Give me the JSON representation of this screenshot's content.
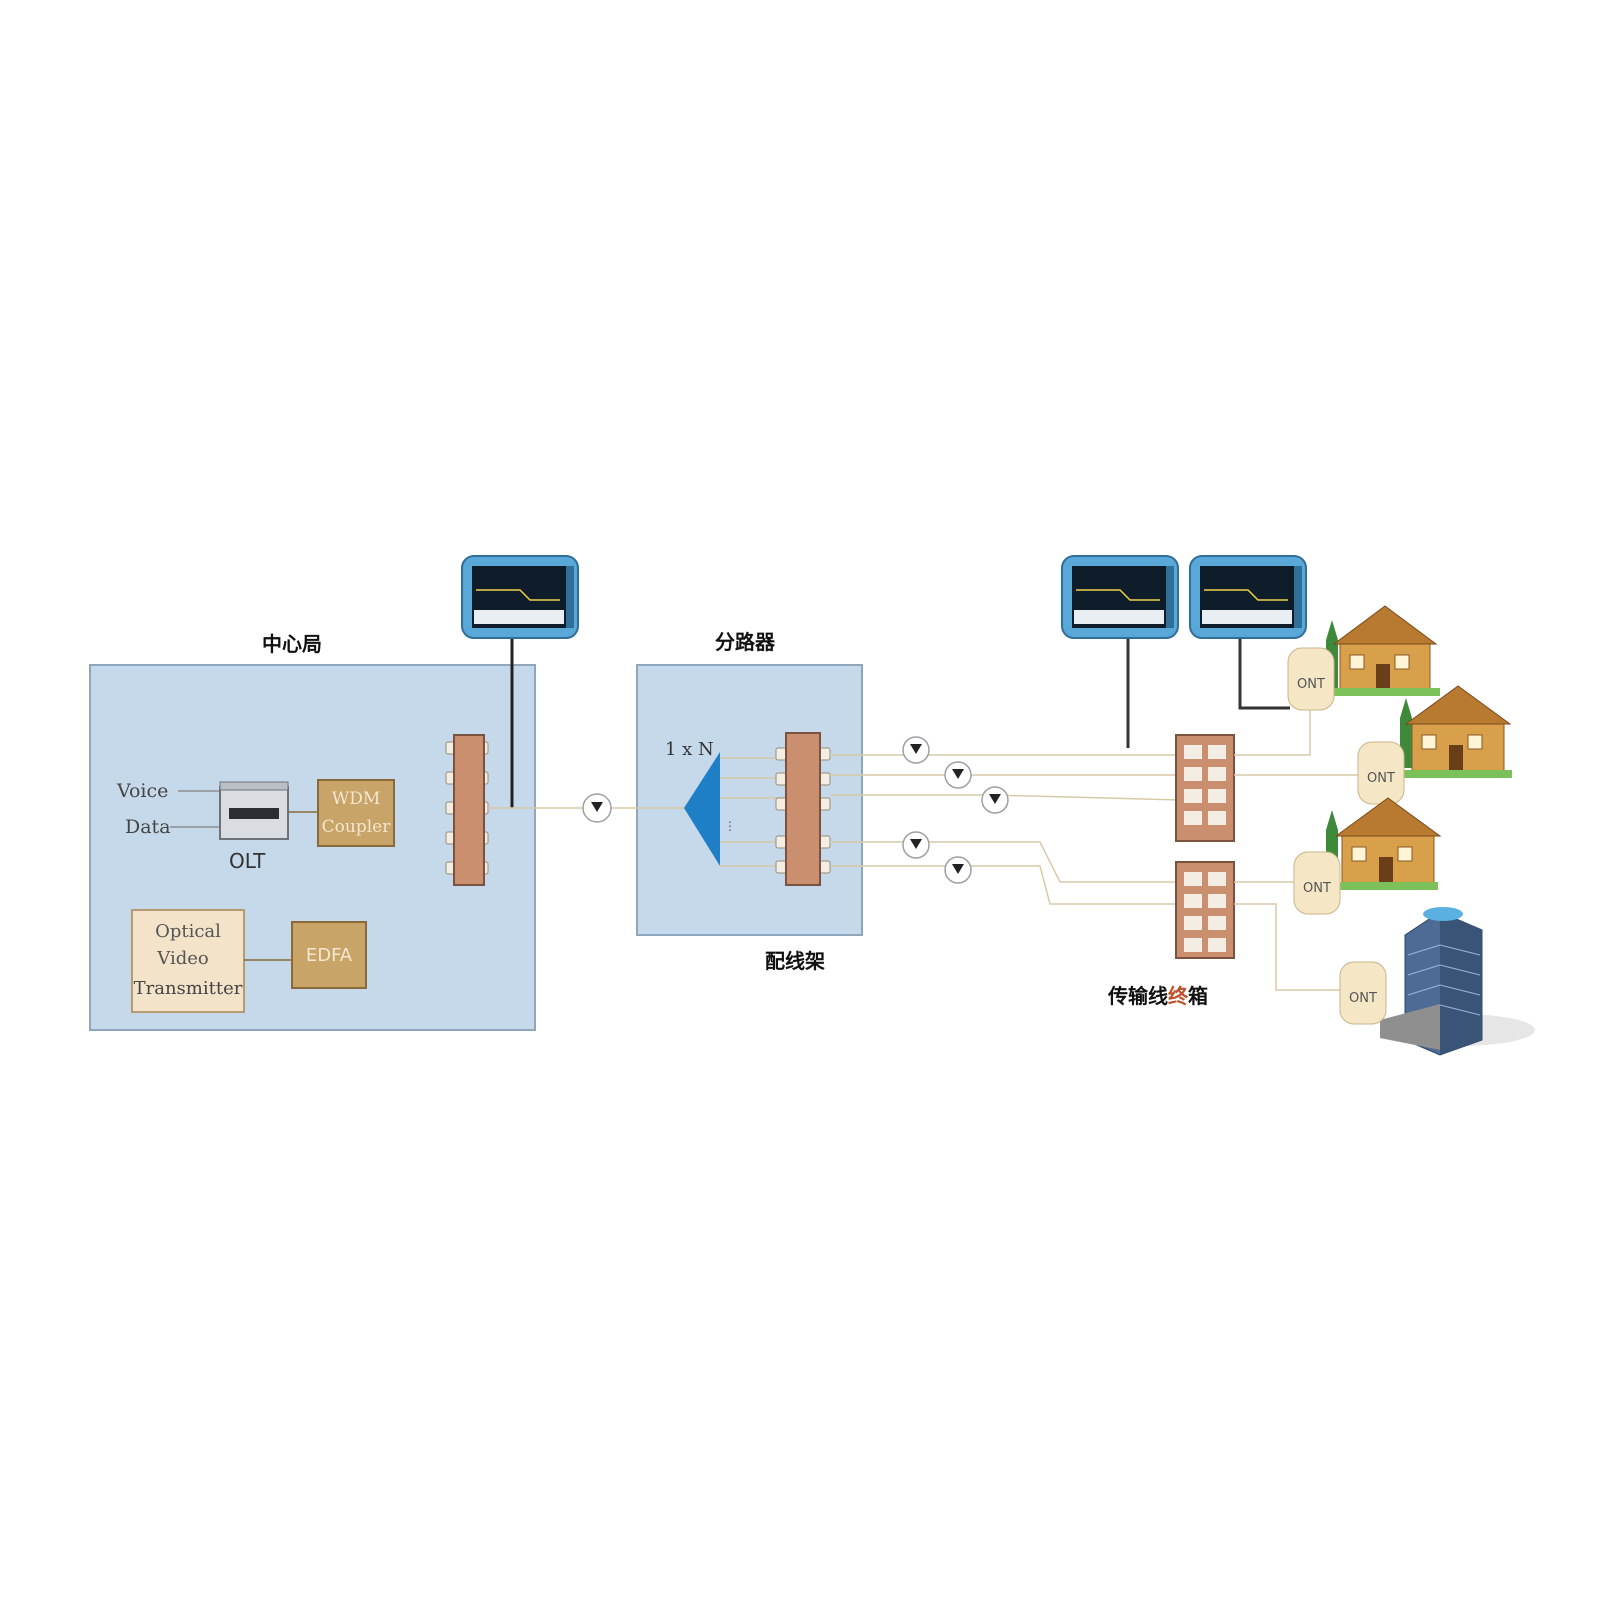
{
  "labels": {
    "central_office": "中心局",
    "splitter": "分路器",
    "distribution_frame": "配线架",
    "terminal_box_a": "传输线",
    "terminal_box_b": "终",
    "terminal_box_c": "箱",
    "voice": "Voice",
    "data": "Data",
    "olt": "OLT",
    "wdm_line1": "WDM",
    "wdm_line2": "Coupler",
    "video_line1": "Optical",
    "video_line2": "Video",
    "video_line3": "Transmitter",
    "edfa": "EDFA",
    "split_ratio": "1 x N",
    "ont": "ONT"
  },
  "colors": {
    "panel_fill": "#c5d9ea",
    "panel_border": "#8fa7bd",
    "tan_box": "#c8a468",
    "tan_border": "#8a6a3a",
    "patch_panel": "#c98f6e",
    "splitter_blue": "#1f7fc6",
    "fiber": "#d8c9a8",
    "accent": "#c0502a"
  }
}
